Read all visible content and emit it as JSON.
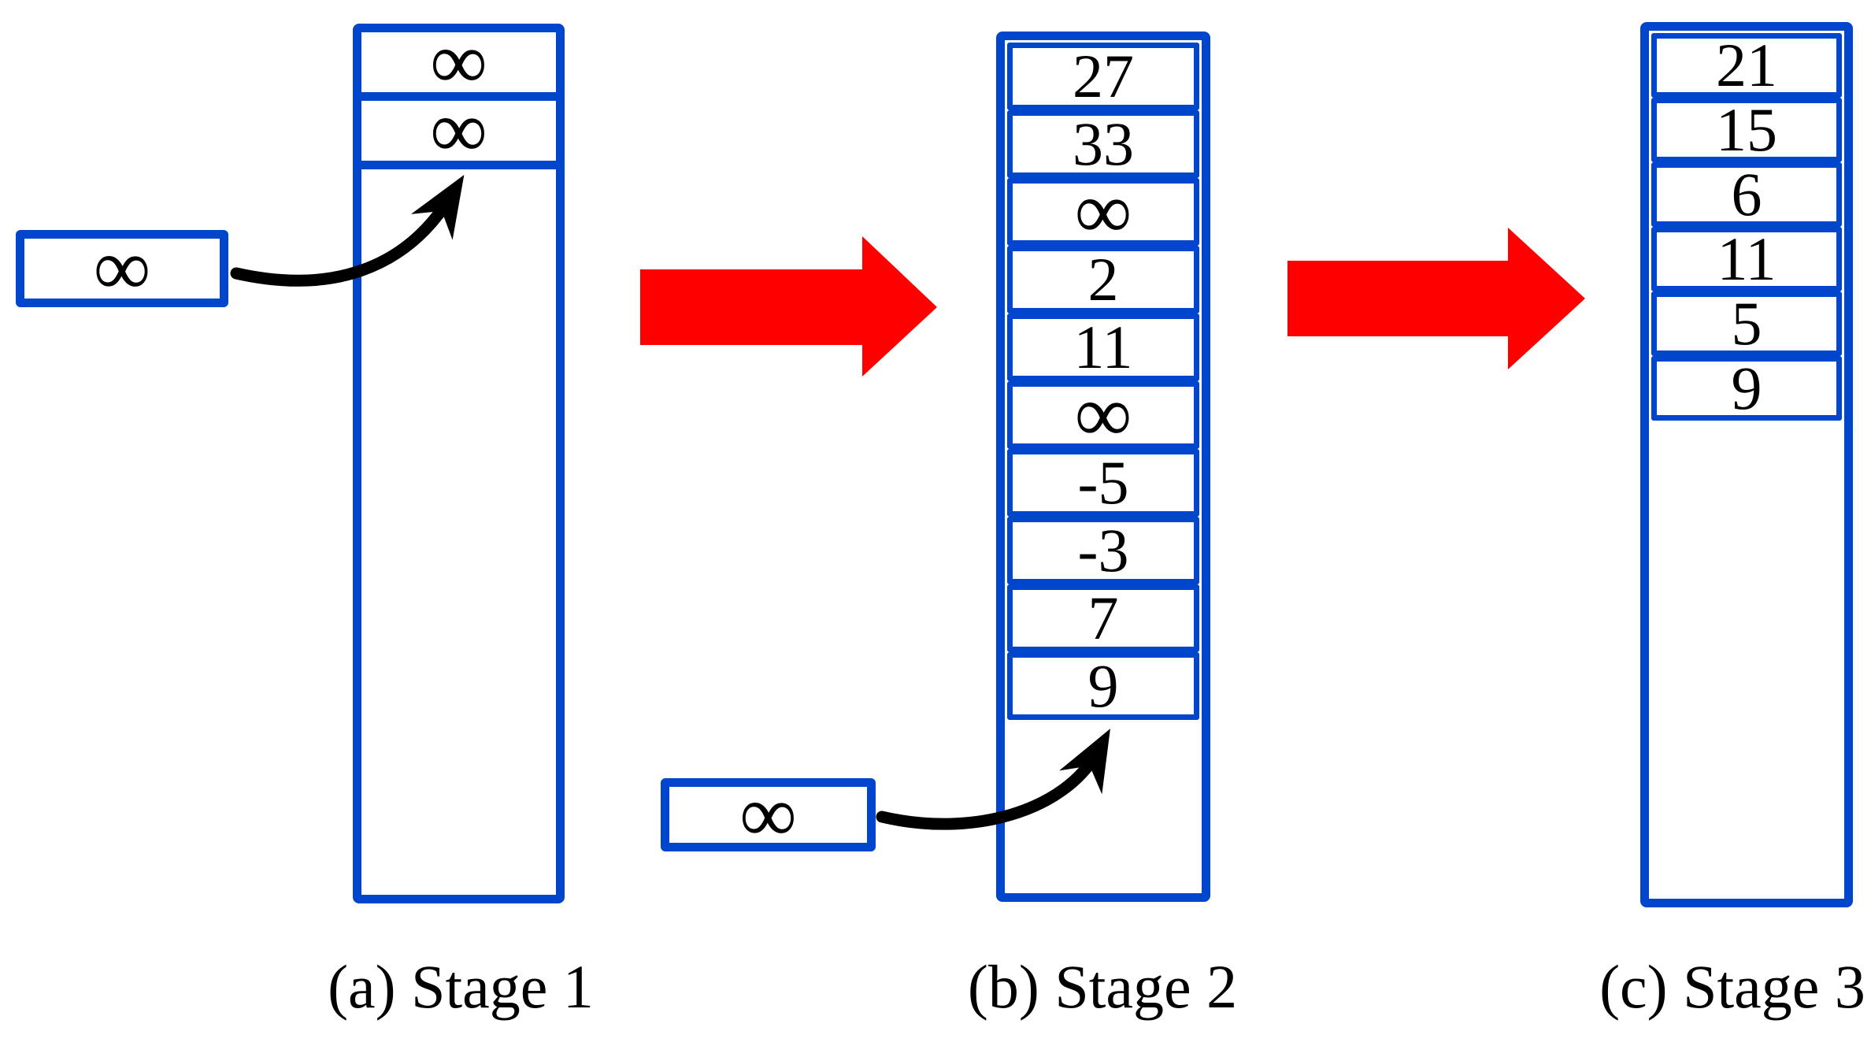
{
  "figure": {
    "colors": {
      "outline_blue": "#0046CC",
      "stage_arrow_red": "#FF0000",
      "insert_arrow_black": "#000000",
      "background": "#FFFFFF"
    },
    "stages": [
      {
        "id": "a",
        "caption": "(a) Stage 1",
        "cells": [
          "∞",
          "∞"
        ],
        "pending_box": "∞"
      },
      {
        "id": "b",
        "caption": "(b) Stage 2",
        "cells": [
          "27",
          "33",
          "∞",
          "2",
          "11",
          "∞",
          "-5",
          "-3",
          "7",
          "9"
        ],
        "pending_box": "∞"
      },
      {
        "id": "c",
        "caption": "(c) Stage 3",
        "cells": [
          "21",
          "15",
          "6",
          "11",
          "5",
          "9"
        ]
      }
    ]
  }
}
